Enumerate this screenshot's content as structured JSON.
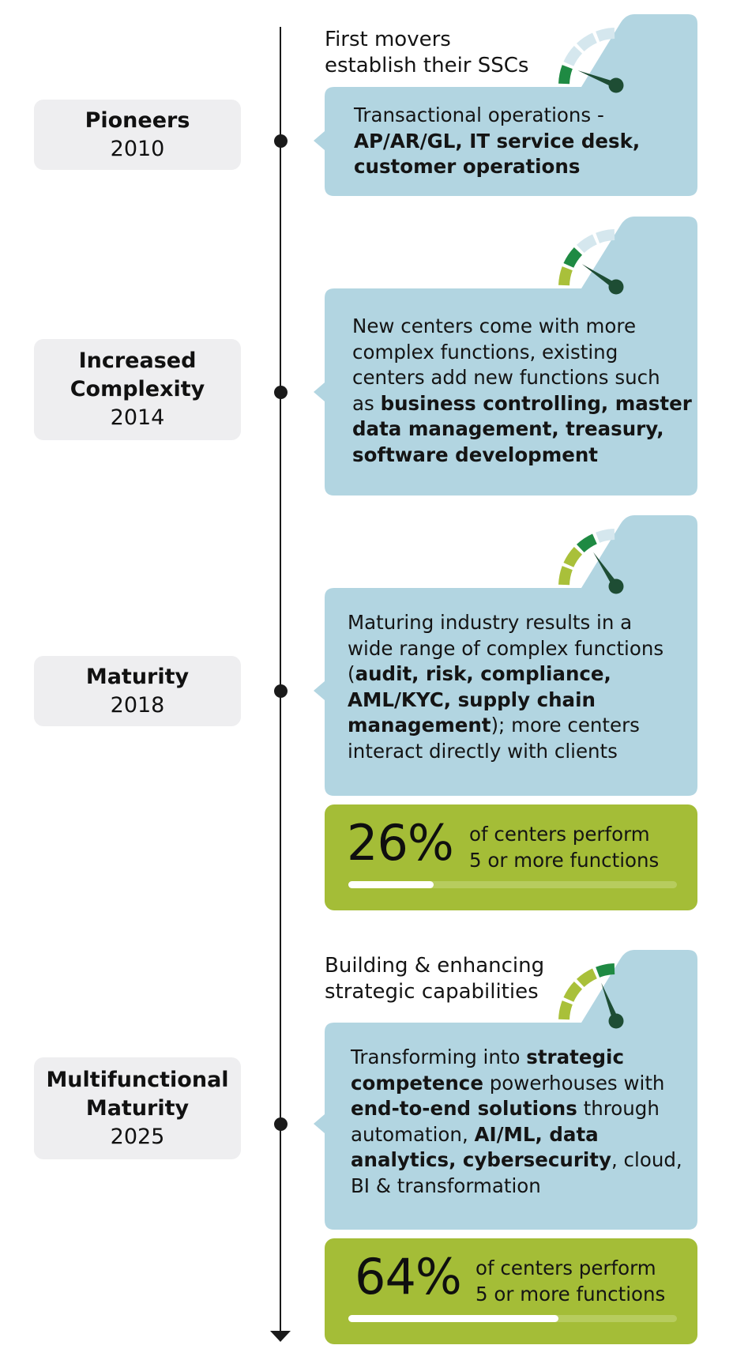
{
  "colors": {
    "card": "#b2d5e1",
    "stat": "#a4bd37",
    "gauge_dark": "#1f8a43",
    "gauge_lime": "#a9c03a",
    "gauge_faint": "#d5e7ee",
    "needle": "#1e4d34"
  },
  "stages": [
    {
      "name": "Pioneers",
      "year": "2010",
      "heading": "First movers establish their SSCs",
      "heading_lines": [
        "First movers",
        "establish their SSCs"
      ],
      "body_html": "Transactional operations -<br><b>AP/AR/GL, IT service desk,</b><br><b>customer operations</b>",
      "gauge_segments": [
        "dark",
        "faint",
        "faint",
        "faint"
      ]
    },
    {
      "name": "Increased Complexity",
      "year": "2014",
      "name_lines": [
        "Increased",
        "Complexity"
      ],
      "body_html": "New centers come with more<br>complex functions, existing<br>centers add new functions such<br>as <b>business controlling, master</b><br><b>data management, treasury,</b><br><b>software development</b>",
      "gauge_segments": [
        "lime",
        "dark",
        "faint",
        "faint"
      ]
    },
    {
      "name": "Maturity",
      "year": "2018",
      "body_html": "Maturing industry results in a<br>wide range of complex functions<br>(<b>audit, risk, compliance,</b><br><b>AML/KYC, supply chain</b><br><b>management</b>); more centers<br>interact directly with clients",
      "gauge_segments": [
        "lime",
        "lime",
        "dark",
        "faint"
      ],
      "stat": {
        "value": "26%",
        "text_lines": [
          "of centers perform",
          "5 or more functions"
        ],
        "fraction": 0.26
      }
    },
    {
      "name": "Multifunctional Maturity",
      "year": "2025",
      "name_lines": [
        "Multifunctional",
        "Maturity"
      ],
      "heading": "Building & enhancing strategic capabilities",
      "heading_lines": [
        "Building & enhancing",
        "strategic capabilities"
      ],
      "body_html": "Transforming into <b>strategic</b><br><b>competence</b> powerhouses with<br><b>end-to-end solutions</b> through<br>automation, <b>AI/ML, data</b><br><b>analytics, cybersecurity</b>, cloud,<br>BI &amp; transformation",
      "gauge_segments": [
        "lime",
        "lime",
        "lime",
        "dark"
      ],
      "stat": {
        "value": "64%",
        "text_lines": [
          "of centers perform",
          "5 or more functions"
        ],
        "fraction": 0.64
      }
    }
  ]
}
